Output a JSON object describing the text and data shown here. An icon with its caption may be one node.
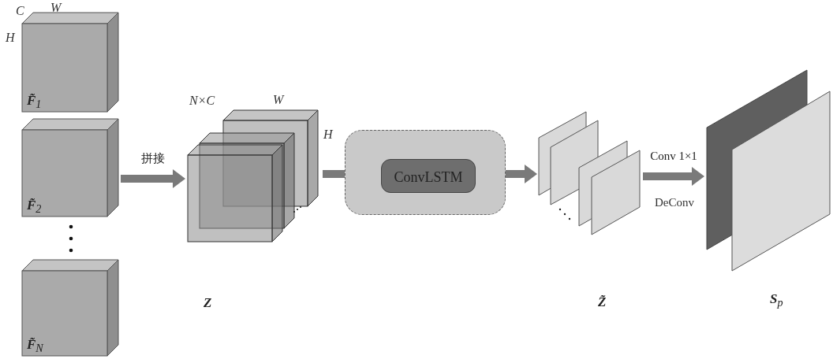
{
  "diagram": {
    "nodes": [
      {
        "text": [
          "**F̃**$_{1}$"
        ],
        "beside": [
          "C",
          "W",
          "H"
        ]
      },
      {
        "text": [
          "**F̃**$_{2}$"
        ]
      },
      {
        "text": [
          "**F̃**$_{N}$"
        ]
      },
      {
        "text": [
          "Z"
        ],
        "beside": [
          "N×C",
          "W",
          "H"
        ]
      },
      {
        "text": [],
        "shape": "box"
      },
      {
        "text": [
          "ConvLSTM"
        ],
        "in": 4
      },
      {
        "text": [
          "Z̃"
        ]
      },
      {
        "text": [
          "**S**$_{p}$"
        ]
      }
    ],
    "edges": [
      {
        "from": 1,
        "to": 3,
        "arrow": "to",
        "label": "拼接"
      },
      {
        "from": 3,
        "to": 5,
        "arrow": "to"
      },
      {
        "from": 5,
        "to": 6,
        "arrow": "to"
      },
      {
        "from": 6,
        "to": 7,
        "arrow": "to",
        "label": "Conv 1×1"
      }
    ],
    "labels": [
      "DeConv"
    ]
  }
}
